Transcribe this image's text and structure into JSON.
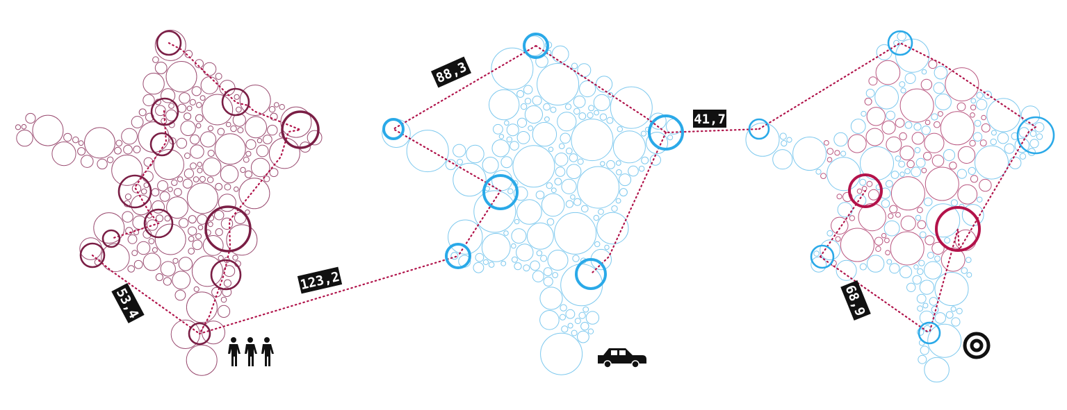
{
  "colors": {
    "maroon": "#7a1e45",
    "maroon_light": "#9a4b70",
    "cyan": "#2aa9e8",
    "cyan_light": "#7cc8ee",
    "crimson": "#b3124a",
    "crimson_light": "#b8557f",
    "route": "#b0134a",
    "label_bg": "#111111",
    "icon": "#111111"
  },
  "distance_labels": {
    "walk_a": "53,4",
    "walk_to_car": "123,2",
    "car_a": "88,3",
    "car_to_target": "41,7",
    "target_a": "68,9"
  },
  "icons": {
    "walk": "pedestrians-icon",
    "car": "car-icon",
    "target": "target-icon"
  }
}
